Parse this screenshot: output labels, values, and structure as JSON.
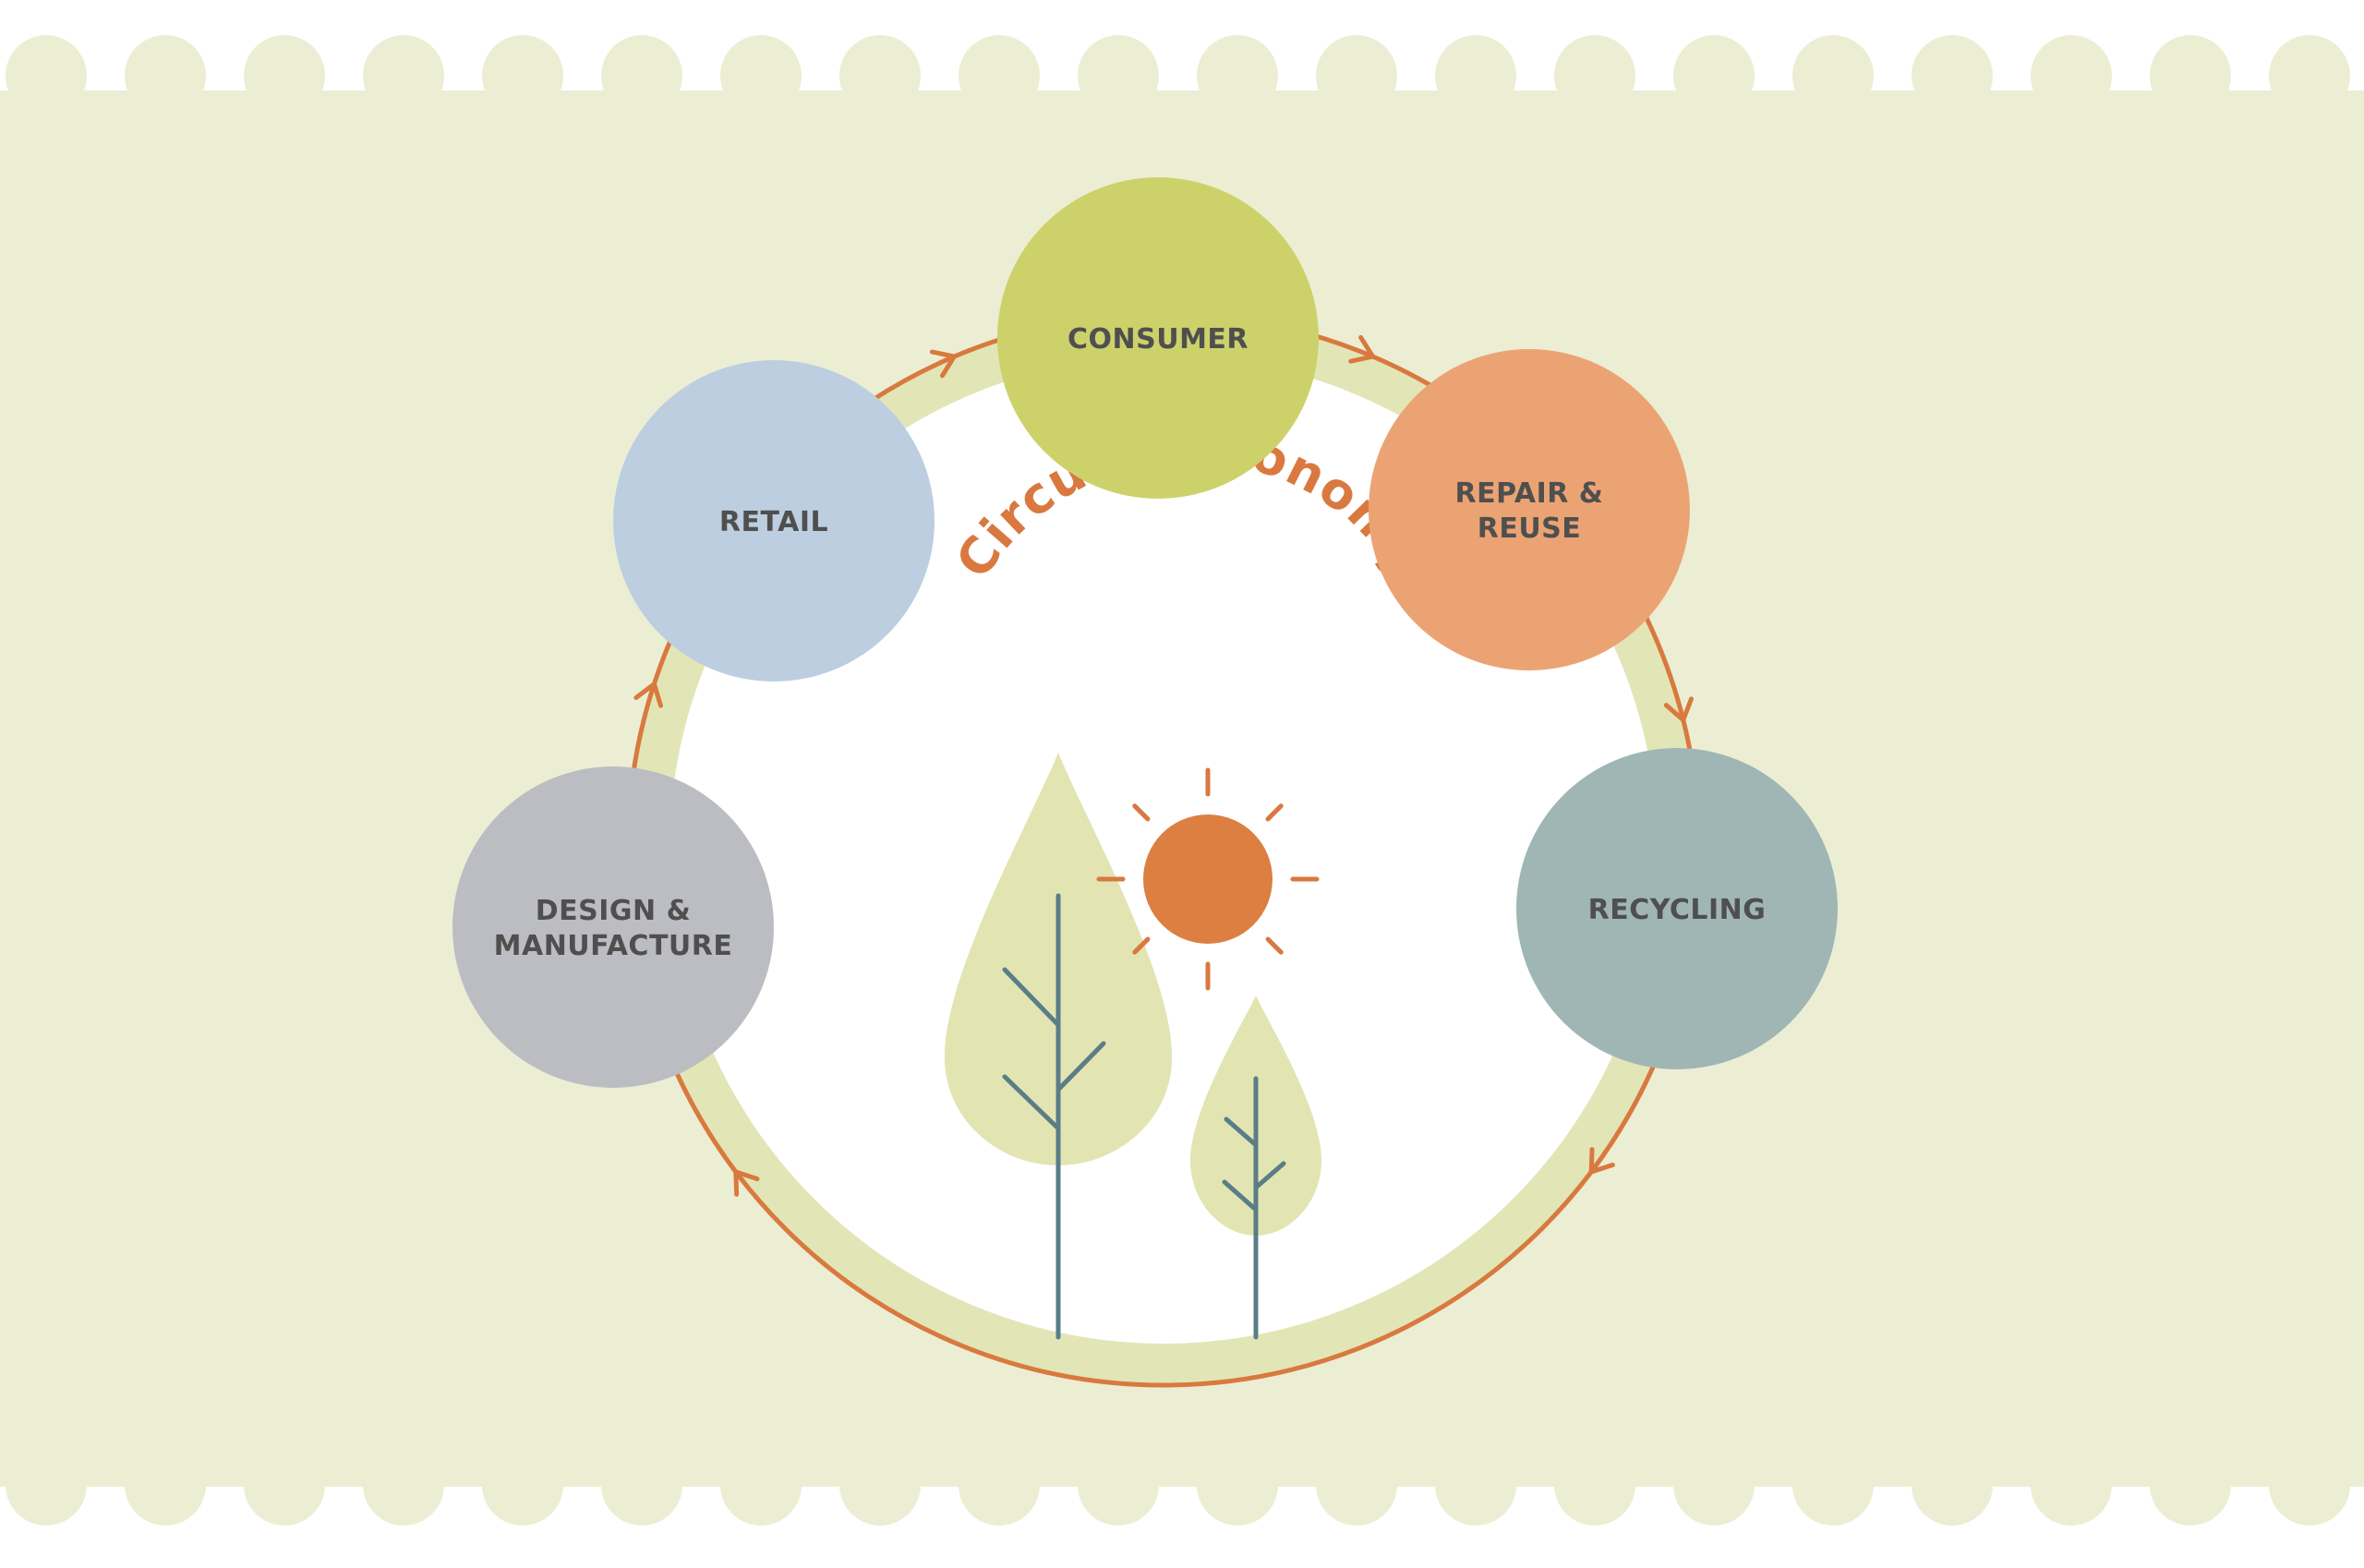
{
  "title": "Circular Economy",
  "colors": {
    "background_band": "#eceed3",
    "inner_ring": "#e2e6b6",
    "inner_disc": "#ffffff",
    "accent": "#d9793f",
    "text": "#4f4f4f",
    "tree_leaf": "#e2e5b2",
    "tree_trunk": "#5a7d88"
  },
  "stages": [
    {
      "id": "consumer",
      "lines": [
        "CONSUMER",
        ""
      ],
      "color": "#cdd16a"
    },
    {
      "id": "repair-reuse",
      "lines": [
        "REPAIR &",
        "REUSE"
      ],
      "color": "#eca374"
    },
    {
      "id": "recycling",
      "lines": [
        "RECYCLING",
        ""
      ],
      "color": "#9fb6b5"
    },
    {
      "id": "design-manufacture",
      "lines": [
        "DESIGN &",
        "MANUFACTURE"
      ],
      "color": "#bcbdc3"
    },
    {
      "id": "retail",
      "lines": [
        "RETAIL",
        ""
      ],
      "color": "#bccee0"
    }
  ],
  "icons": {
    "sun": "sun-icon",
    "tree_large": "tree-large-icon",
    "tree_small": "tree-small-icon",
    "arrow": "arrow-icon"
  }
}
